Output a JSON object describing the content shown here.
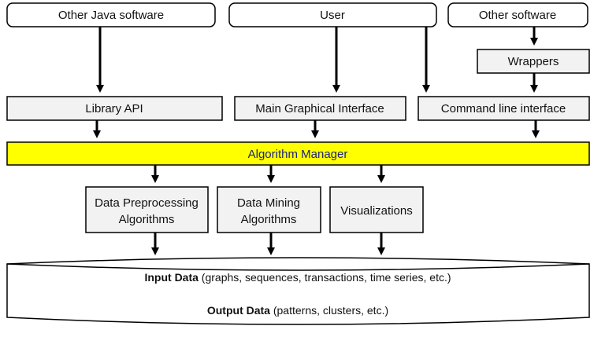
{
  "diagram": {
    "top_row": {
      "java_software": "Other Java software",
      "user": "User",
      "other_software": "Other software"
    },
    "wrappers": "Wrappers",
    "interfaces": {
      "library_api": "Library API",
      "main_gui": "Main Graphical Interface",
      "command_line": "Command line interface"
    },
    "algorithm_manager": "Algorithm Manager",
    "components": {
      "preprocessing_line1": "Data Preprocessing",
      "preprocessing_line2": "Algorithms",
      "mining_line1": "Data Mining",
      "mining_line2": "Algorithms",
      "visualizations": "Visualizations"
    },
    "data_store": {
      "input_bold": "Input Data",
      "input_rest": " (graphs, sequences, transactions, time series, etc.)",
      "output_bold": "Output Data",
      "output_rest": " (patterns, clusters, etc.)"
    }
  },
  "colors": {
    "box_fill": "#f2f2f2",
    "manager_fill": "#ffff00",
    "manager_text": "#1a237e",
    "stroke": "#000000"
  }
}
